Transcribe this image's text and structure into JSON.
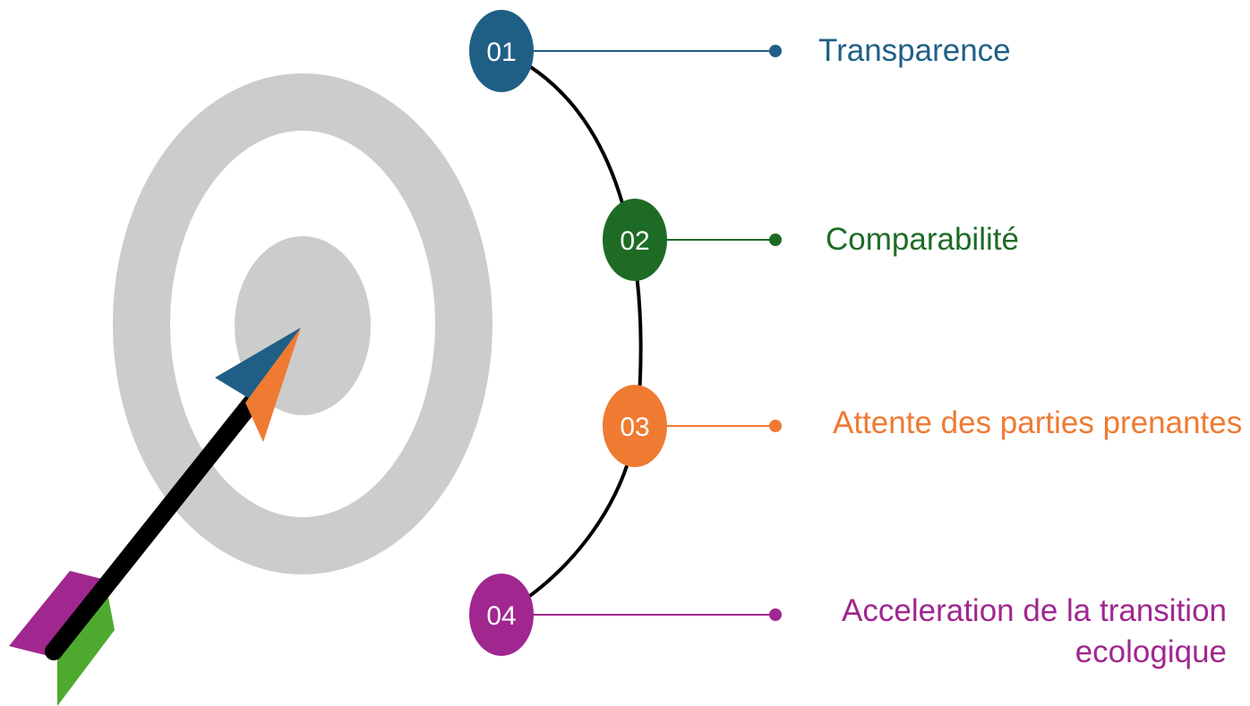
{
  "colors": {
    "target_gray": "#cccccc",
    "arc": "#000000",
    "arrow_shaft": "#000000",
    "arrow_tip_blue": "#1f5f86",
    "arrow_tip_orange": "#ef7a32",
    "fletch_purple": "#a0278f",
    "fletch_green": "#4daa2e"
  },
  "items": [
    {
      "number": "01",
      "label": "Transparence",
      "color": "#1f5f86"
    },
    {
      "number": "02",
      "label": "Comparabilité",
      "color": "#1e6b26"
    },
    {
      "number": "03",
      "label": "Attente des parties prenantes",
      "color": "#ef7a32"
    },
    {
      "number": "04",
      "label_line1": "Acceleration de la transition",
      "label_line2": "ecologique",
      "color": "#a0278f"
    }
  ]
}
